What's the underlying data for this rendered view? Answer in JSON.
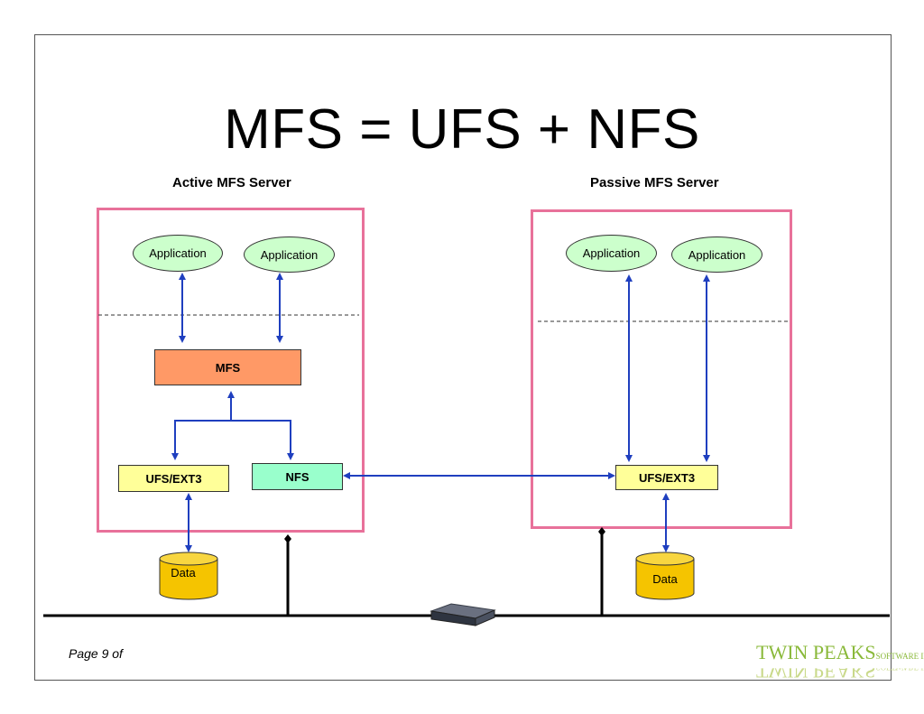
{
  "title": "MFS = UFS + NFS",
  "active_server": {
    "label": "Active MFS Server",
    "apps": [
      "Application",
      "Application"
    ],
    "mfs": "MFS",
    "ufs": "UFS/EXT3",
    "nfs": "NFS",
    "data": "Data"
  },
  "passive_server": {
    "label": "Passive MFS Server",
    "apps": [
      "Application",
      "Application"
    ],
    "ufs": "UFS/EXT3",
    "data": "Data"
  },
  "footer": {
    "page": "Page 9 of"
  },
  "logo": {
    "main": "TWIN PEAKS",
    "sub": "SOFTWARE INC."
  },
  "colors": {
    "server_border": "#e8719a",
    "arrow": "#1f3fbf",
    "mfs_fill": "#ff9966",
    "ufs_fill": "#ffff99",
    "nfs_fill": "#99ffcc",
    "app_fill": "#ccffcc",
    "data_fill": "#f5c400"
  }
}
